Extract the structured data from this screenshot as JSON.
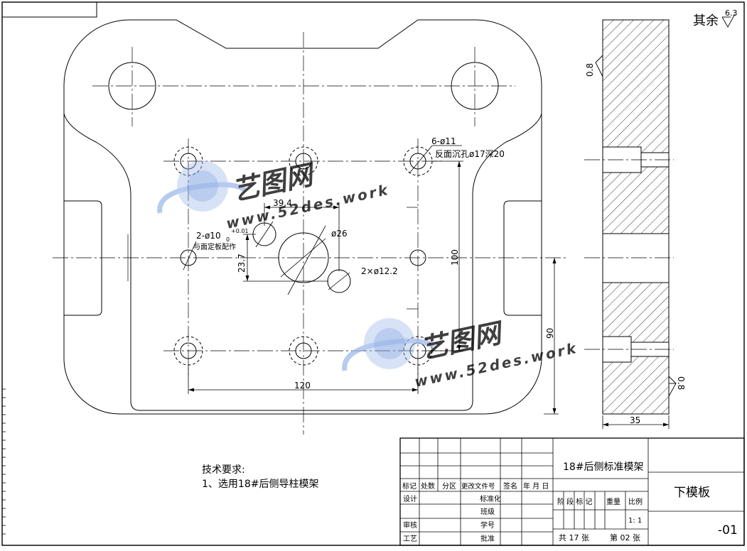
{
  "drawing": {
    "roughness_other": "其余",
    "roughness_value": "6.3",
    "roughness_face_top": "0.8",
    "roughness_face_bottom": "0.8"
  },
  "annotations": {
    "screw_holes": "6-ø11",
    "counterbore": "反面沉孔ø17深20",
    "pin_holes": "2-ø10",
    "pin_tol_upper": "+0.01",
    "pin_tol_lower": "0",
    "pin_note": "与面定板配作",
    "center_hole": "ø26",
    "small_holes": "2×ø12.2",
    "dim_39_4": "39.4",
    "dim_23_7": "23.7",
    "dim_100": "100",
    "dim_120": "120",
    "dim_90": "90",
    "dim_35": "35"
  },
  "tech_requirements": {
    "heading": "技术要求:",
    "item1": "1、选用18#后侧导柱模架"
  },
  "title_block": {
    "project": "18#后侧标准模架",
    "part_name": "下模板",
    "drawing_number": "-01",
    "scale": "1: 1",
    "sheets_total": "共 17 张",
    "sheet_current": "第 02 张",
    "labels": {
      "mark": "标记",
      "count": "处数",
      "zone": "分区",
      "change_doc": "更改文件号",
      "signature": "签名",
      "date": "年 月 日",
      "design": "设计",
      "standardize": "标准化",
      "class": "班级",
      "student_no": "学号",
      "review": "审核",
      "process": "工艺",
      "approve": "批准",
      "stage_mark": "阶 段 标 记",
      "weight": "重量",
      "ratio": "比例"
    }
  },
  "watermark": {
    "brand": "艺图网",
    "url": "www.52des.work"
  },
  "colors": {
    "line": "#000000",
    "watermark": "#5b86d6",
    "watermark_light": "#9fb9ea"
  }
}
